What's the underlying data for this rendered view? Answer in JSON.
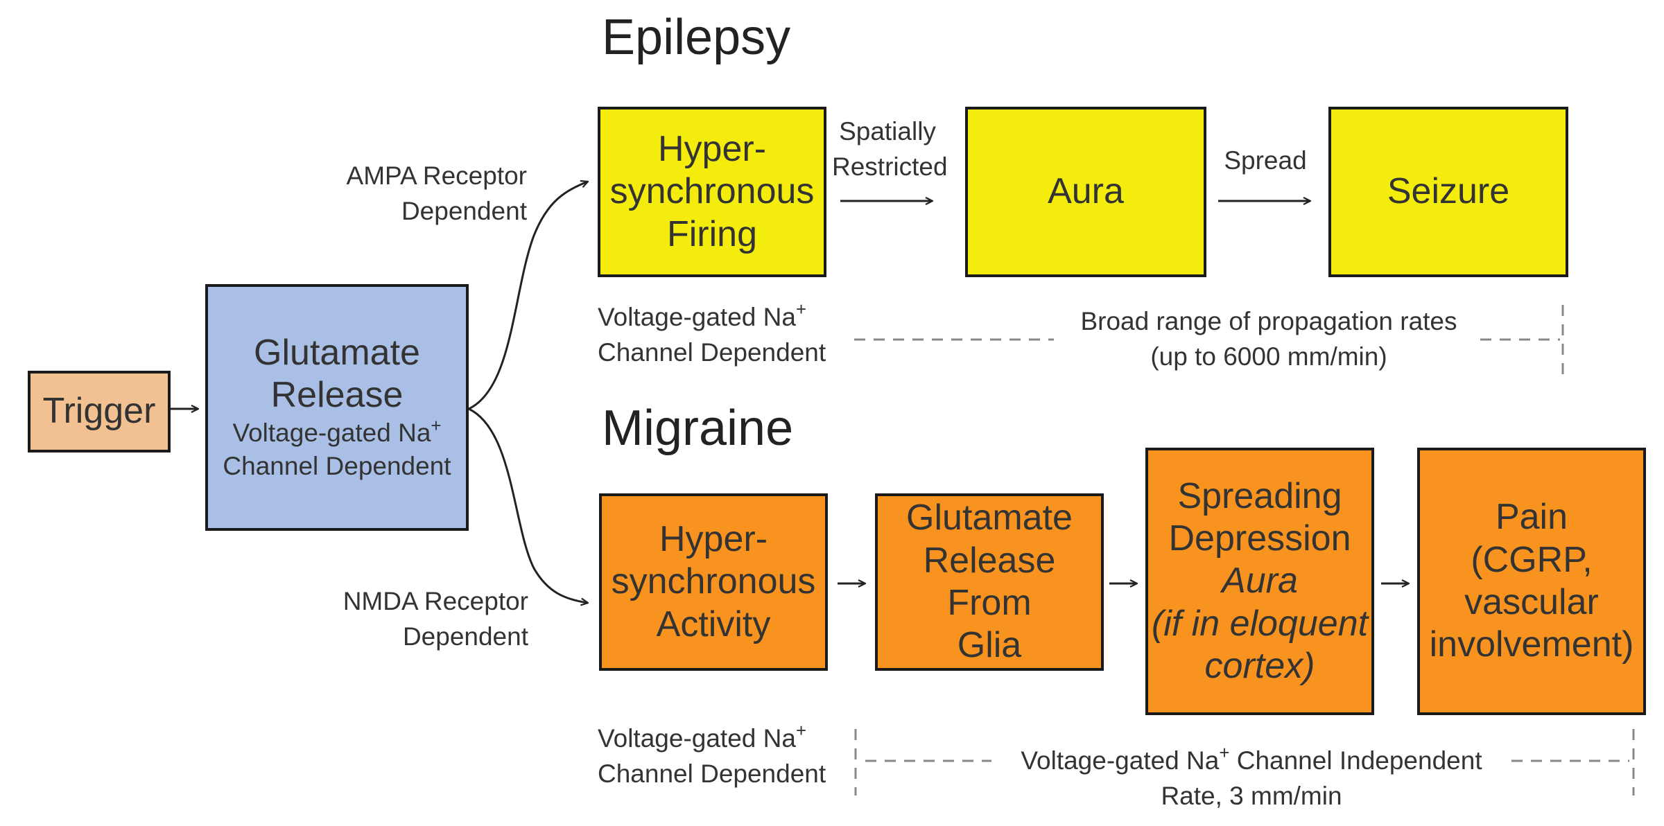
{
  "epilepsy": {
    "title": "Epilepsy",
    "branch_label": [
      "AMPA Receptor",
      "Dependent"
    ],
    "boxes": [
      {
        "lines": [
          "Hyper-",
          "synchronous",
          "Firing"
        ]
      },
      {
        "lines": [
          "Aura"
        ]
      },
      {
        "lines": [
          "Seizure"
        ]
      }
    ],
    "arrow_labels": {
      "first": [
        "Spatially",
        "Restricted"
      ],
      "second": "Spread"
    },
    "left_note": {
      "line1": "Voltage-gated Na",
      "sup": "+",
      "line2": "Channel Dependent"
    },
    "right_note": [
      "Broad range of propagation rates",
      "(up to 6000 mm/min)"
    ]
  },
  "migraine": {
    "title": "Migraine",
    "branch_label": [
      "NMDA Receptor",
      "Dependent"
    ],
    "boxes": [
      {
        "lines": [
          "Hyper-",
          "synchronous",
          "Activity"
        ]
      },
      {
        "lines": [
          "Glutamate",
          "Release From",
          "Glia"
        ]
      },
      {
        "lines": [
          "Spreading",
          "Depression"
        ],
        "italic_lines": [
          "Aura",
          "(if in eloquent",
          "cortex)"
        ]
      },
      {
        "lines": [
          "Pain",
          "(CGRP,",
          "vascular",
          "involvement)"
        ]
      }
    ],
    "left_note": {
      "line1": "Voltage-gated Na",
      "sup": "+",
      "line2": "Channel Dependent"
    },
    "right_note": {
      "line1_pre": "Voltage-gated Na",
      "sup": "+",
      "line1_post": " Channel Independent",
      "line2": "Rate, 3 mm/min"
    }
  },
  "trigger": {
    "label": "Trigger"
  },
  "glutamate": {
    "line1": "Glutamate",
    "line2": "Release",
    "sub1": "Voltage-gated Na",
    "sub_sup": "+",
    "sub2": "Channel Dependent"
  },
  "colors": {
    "yellow": "#f4ec0c",
    "orange": "#f7931e",
    "blue": "#a9bfe6",
    "peach": "#f2c191"
  }
}
